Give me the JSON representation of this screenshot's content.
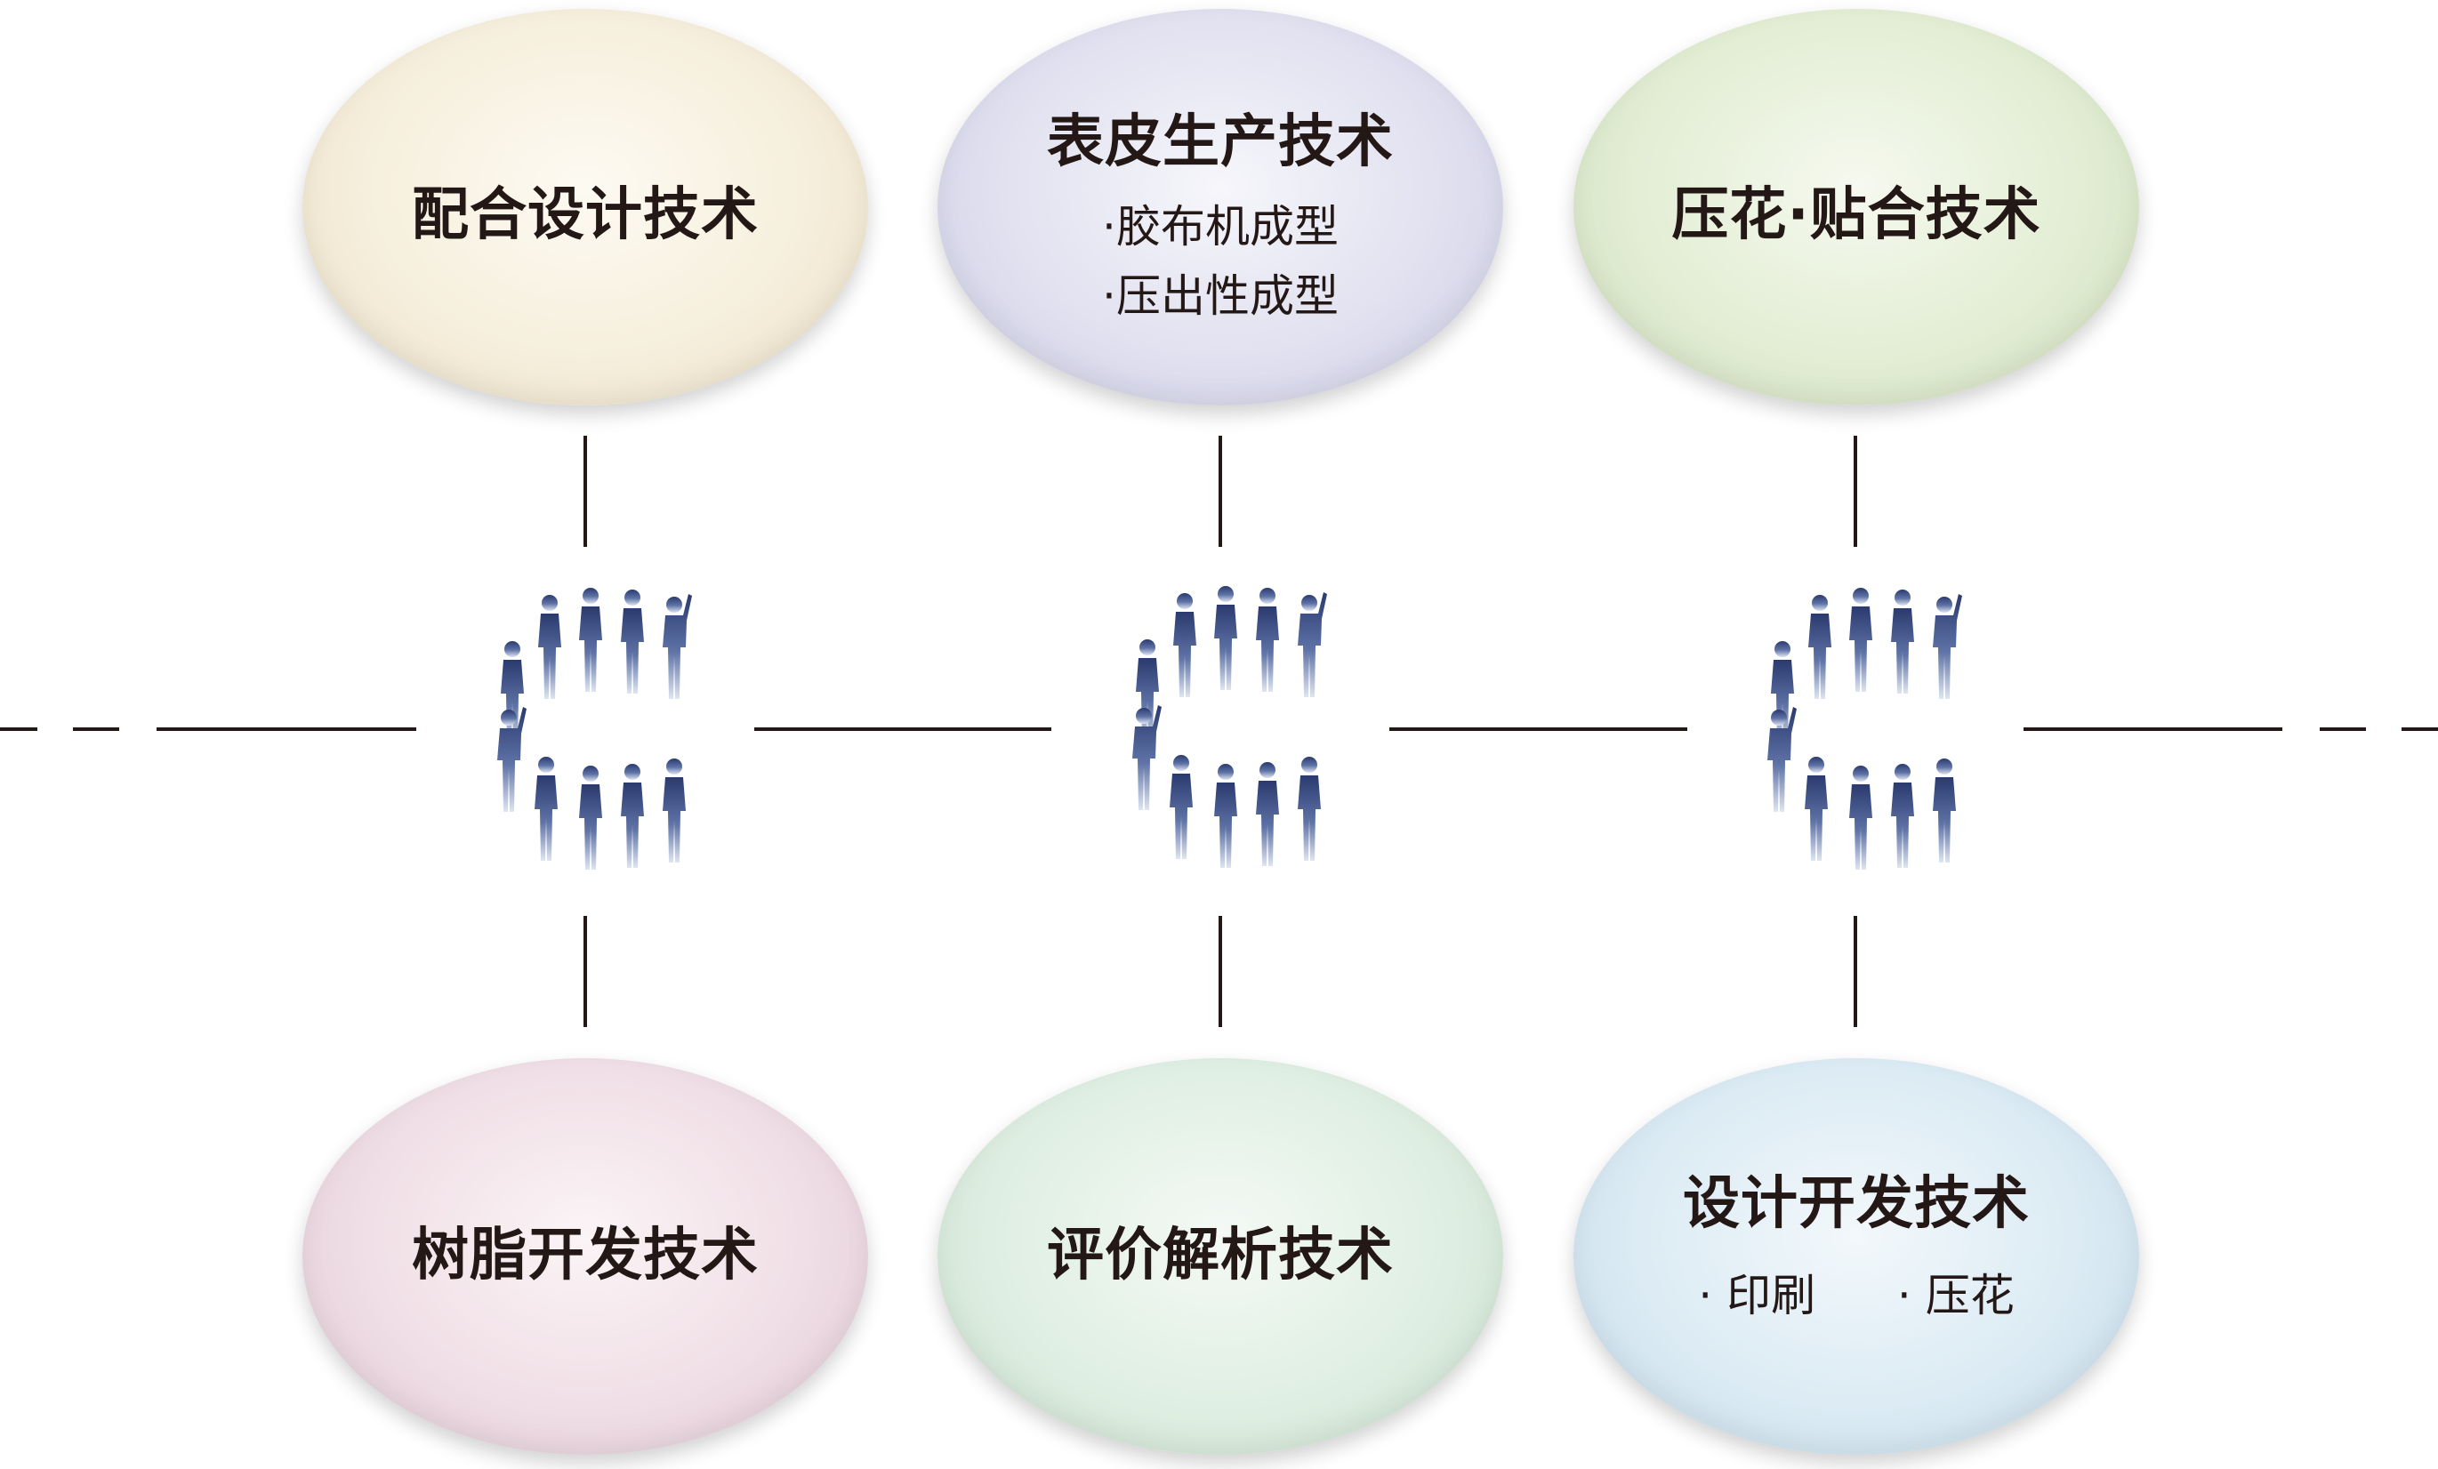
{
  "diagram": {
    "top_bubbles": [
      {
        "title": "配合设计技术",
        "items": []
      },
      {
        "title": "表皮生产技术",
        "items": [
          "·胶布机成型",
          "·压出性成型"
        ]
      },
      {
        "title": "压花·贴合技术",
        "items": []
      }
    ],
    "bottom_bubbles": [
      {
        "title": "树脂开发技术",
        "items": []
      },
      {
        "title": "评价解析技术",
        "items": []
      },
      {
        "title": "设计开发技术",
        "items": [
          "· 印刷",
          "· 压花"
        ]
      }
    ],
    "people_groups": [
      {
        "letter_shape": "C",
        "icon": "people-figures-c-icon"
      },
      {
        "letter_shape": "C",
        "icon": "people-figures-c-icon"
      },
      {
        "letter_shape": "C",
        "icon": "people-figures-c-icon"
      }
    ],
    "colors": {
      "line": "#231815",
      "figure_top": "#2a3a6e",
      "figure_bottom": "#d7e0ee",
      "text": "#231815"
    }
  }
}
